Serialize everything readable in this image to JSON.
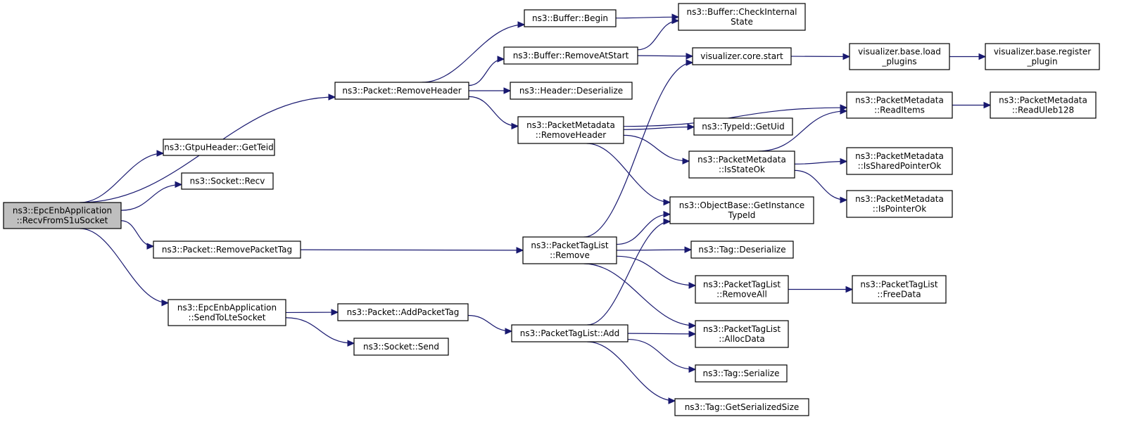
{
  "graph": {
    "nodes": [
      {
        "id": "root",
        "lines": [
          "ns3::EpcEnbApplication",
          "::RecvFromS1uSocket"
        ],
        "root": true
      },
      {
        "id": "getteid",
        "lines": [
          "ns3::GtpuHeader::GetTeid"
        ]
      },
      {
        "id": "recv",
        "lines": [
          "ns3::Socket::Recv"
        ]
      },
      {
        "id": "removeheader",
        "lines": [
          "ns3::Packet::RemoveHeader"
        ]
      },
      {
        "id": "removepackettag",
        "lines": [
          "ns3::Packet::RemovePacketTag"
        ]
      },
      {
        "id": "sendtolte",
        "lines": [
          "ns3::EpcEnbApplication",
          "::SendToLteSocket"
        ]
      },
      {
        "id": "bufbegin",
        "lines": [
          "ns3::Buffer::Begin"
        ]
      },
      {
        "id": "bufcheck",
        "lines": [
          "ns3::Buffer::CheckInternal",
          "State"
        ]
      },
      {
        "id": "bufremove",
        "lines": [
          "ns3::Buffer::RemoveAtStart"
        ]
      },
      {
        "id": "hdrdeser",
        "lines": [
          "ns3::Header::Deserialize"
        ]
      },
      {
        "id": "pmremovehdr",
        "lines": [
          "ns3::PacketMetadata",
          "::RemoveHeader"
        ]
      },
      {
        "id": "vizstart",
        "lines": [
          "visualizer.core.start"
        ]
      },
      {
        "id": "vizload",
        "lines": [
          "visualizer.base.load",
          "_plugins"
        ]
      },
      {
        "id": "vizreg",
        "lines": [
          "visualizer.base.register",
          "_plugin"
        ]
      },
      {
        "id": "pmreaditems",
        "lines": [
          "ns3::PacketMetadata",
          "::ReadItems"
        ]
      },
      {
        "id": "pmuleb",
        "lines": [
          "ns3::PacketMetadata",
          "::ReadUleb128"
        ]
      },
      {
        "id": "getuid",
        "lines": [
          "ns3::TypeId::GetUid"
        ]
      },
      {
        "id": "pmstateok",
        "lines": [
          "ns3::PacketMetadata",
          "::IsStateOk"
        ]
      },
      {
        "id": "pmshared",
        "lines": [
          "ns3::PacketMetadata",
          "::IsSharedPointerOk"
        ]
      },
      {
        "id": "pmpointer",
        "lines": [
          "ns3::PacketMetadata",
          "::IsPointerOk"
        ]
      },
      {
        "id": "getinst",
        "lines": [
          "ns3::ObjectBase::GetInstance",
          "TypeId"
        ]
      },
      {
        "id": "ptlremove",
        "lines": [
          "ns3::PacketTagList",
          "::Remove"
        ]
      },
      {
        "id": "tagdeser",
        "lines": [
          "ns3::Tag::Deserialize"
        ]
      },
      {
        "id": "ptlremoveall",
        "lines": [
          "ns3::PacketTagList",
          "::RemoveAll"
        ]
      },
      {
        "id": "ptlfree",
        "lines": [
          "ns3::PacketTagList",
          "::FreeData"
        ]
      },
      {
        "id": "addpackettag",
        "lines": [
          "ns3::Packet::AddPacketTag"
        ]
      },
      {
        "id": "socksend",
        "lines": [
          "ns3::Socket::Send"
        ]
      },
      {
        "id": "ptladd",
        "lines": [
          "ns3::PacketTagList::Add"
        ]
      },
      {
        "id": "ptlalloc",
        "lines": [
          "ns3::PacketTagList",
          "::AllocData"
        ]
      },
      {
        "id": "tagser",
        "lines": [
          "ns3::Tag::Serialize"
        ]
      },
      {
        "id": "taggetsize",
        "lines": [
          "ns3::Tag::GetSerializedSize"
        ]
      }
    ],
    "edges": [
      [
        "root",
        "getteid"
      ],
      [
        "root",
        "recv"
      ],
      [
        "root",
        "removeheader"
      ],
      [
        "root",
        "removepackettag"
      ],
      [
        "root",
        "sendtolte"
      ],
      [
        "removeheader",
        "bufbegin"
      ],
      [
        "removeheader",
        "bufremove"
      ],
      [
        "removeheader",
        "hdrdeser"
      ],
      [
        "removeheader",
        "pmremovehdr"
      ],
      [
        "bufbegin",
        "bufcheck"
      ],
      [
        "bufremove",
        "bufcheck"
      ],
      [
        "bufremove",
        "vizstart"
      ],
      [
        "vizstart",
        "vizload"
      ],
      [
        "vizload",
        "vizreg"
      ],
      [
        "pmremovehdr",
        "pmreaditems"
      ],
      [
        "pmremovehdr",
        "getuid"
      ],
      [
        "pmremovehdr",
        "pmstateok"
      ],
      [
        "pmremovehdr",
        "getinst"
      ],
      [
        "pmreaditems",
        "pmuleb"
      ],
      [
        "pmstateok",
        "pmreaditems"
      ],
      [
        "pmstateok",
        "pmshared"
      ],
      [
        "pmstateok",
        "pmpointer"
      ],
      [
        "removepackettag",
        "ptlremove"
      ],
      [
        "ptlremove",
        "vizstart"
      ],
      [
        "ptlremove",
        "getinst"
      ],
      [
        "ptlremove",
        "tagdeser"
      ],
      [
        "ptlremove",
        "ptlremoveall"
      ],
      [
        "ptlremove",
        "ptlalloc"
      ],
      [
        "ptlremoveall",
        "ptlfree"
      ],
      [
        "sendtolte",
        "addpackettag"
      ],
      [
        "sendtolte",
        "socksend"
      ],
      [
        "addpackettag",
        "ptladd"
      ],
      [
        "ptladd",
        "getinst"
      ],
      [
        "ptladd",
        "ptlalloc"
      ],
      [
        "ptladd",
        "tagser"
      ],
      [
        "ptladd",
        "taggetsize"
      ]
    ]
  }
}
